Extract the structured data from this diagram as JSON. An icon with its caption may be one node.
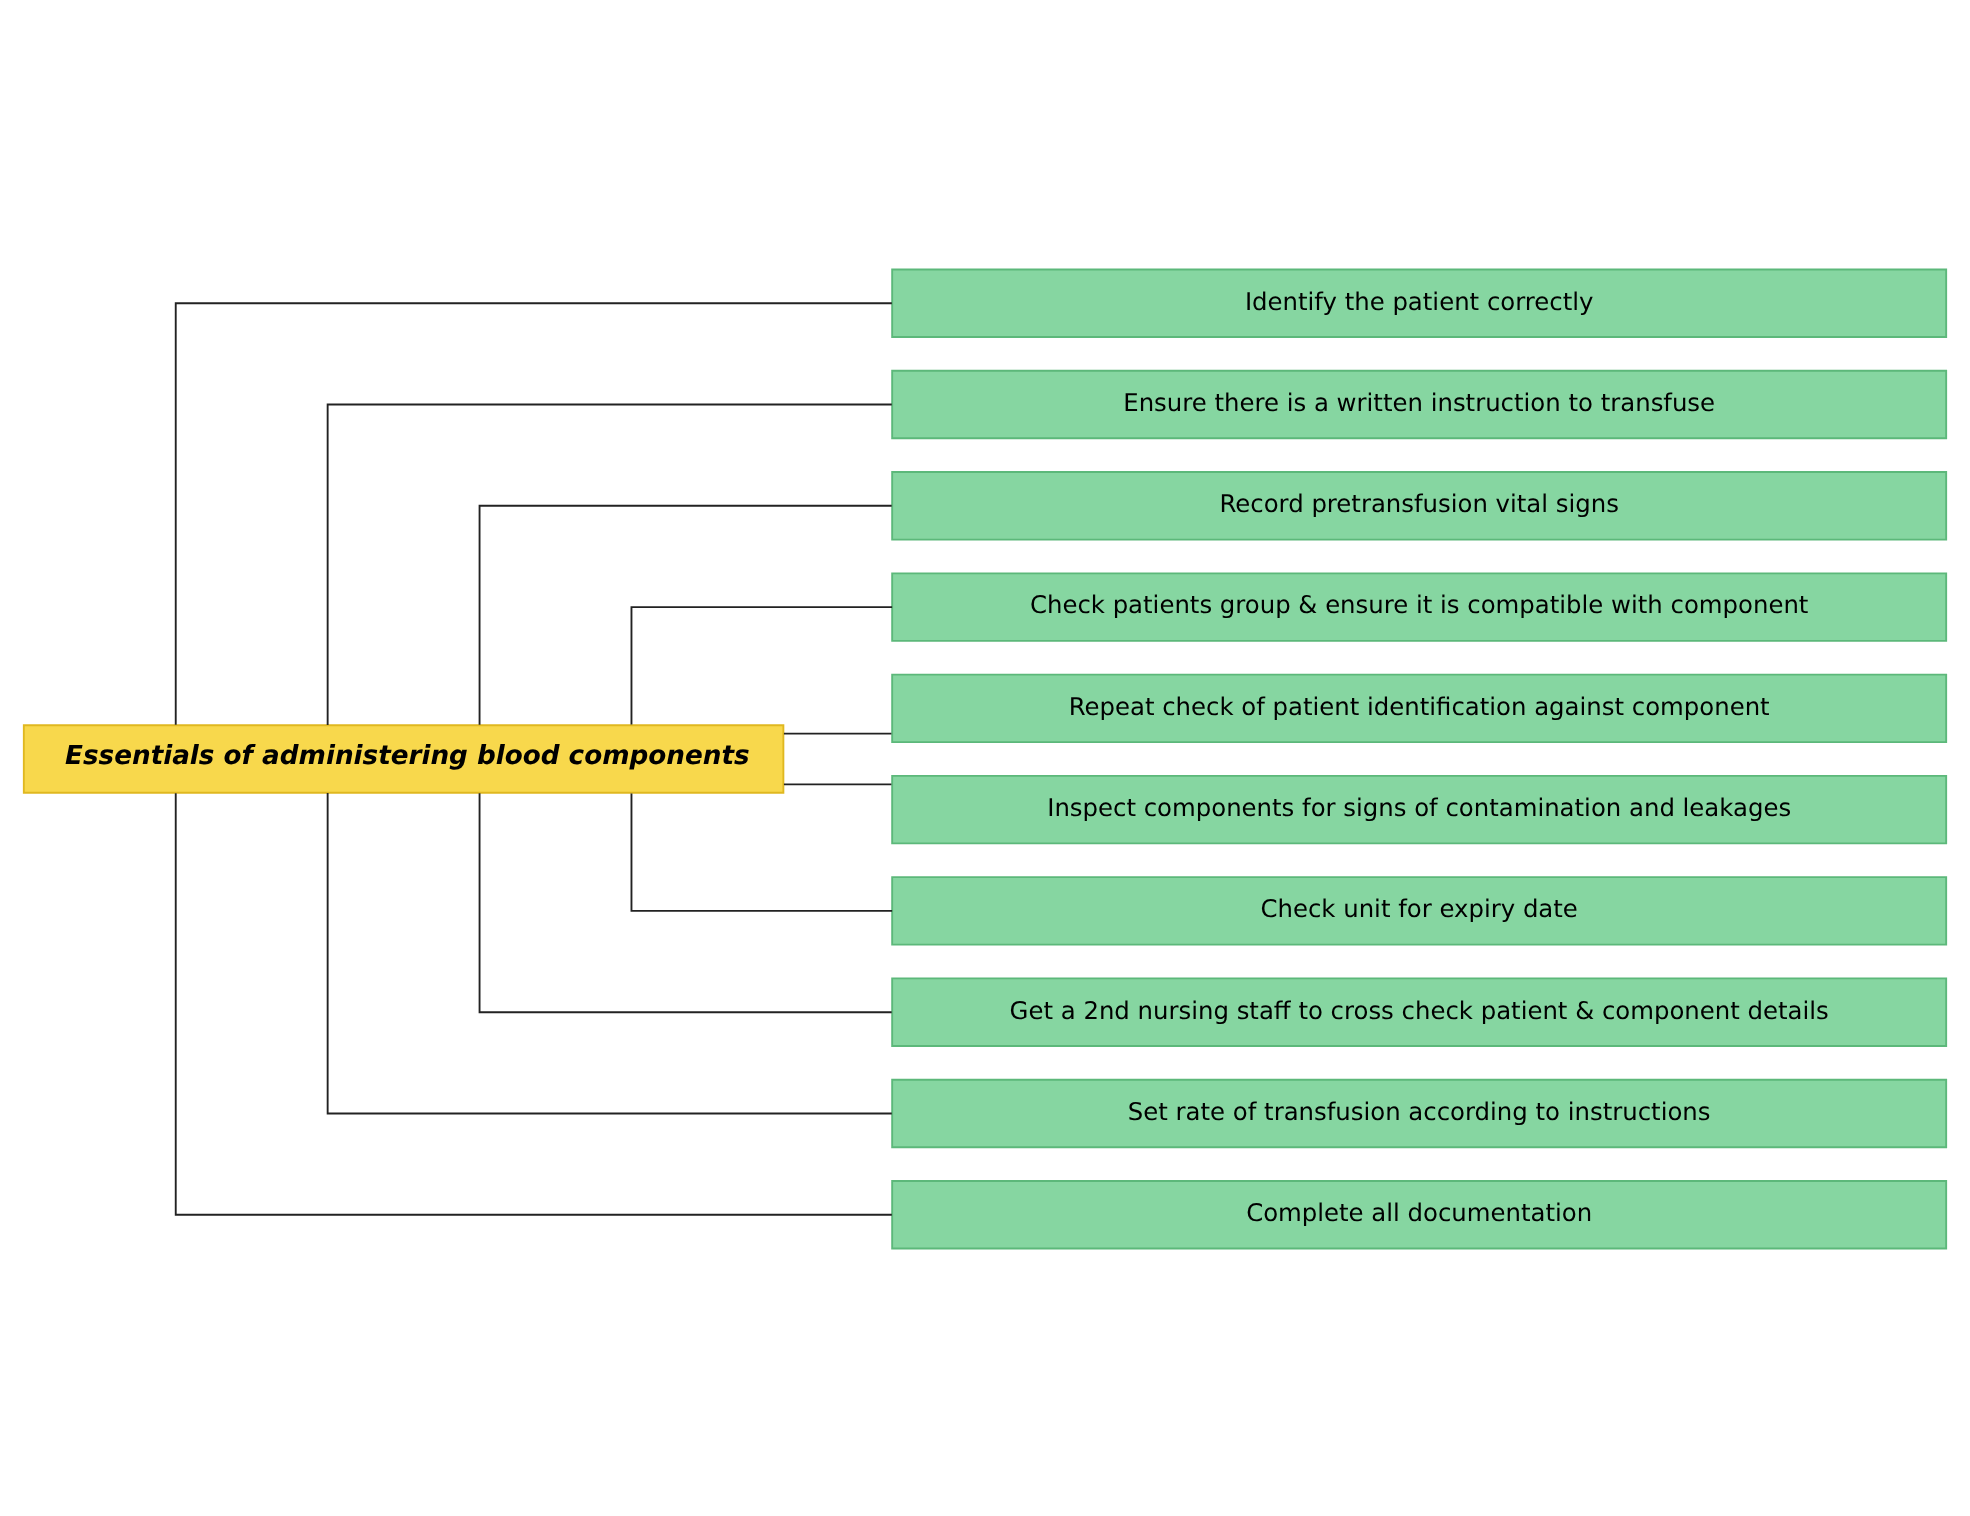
{
  "diagram": {
    "nodes": [
      {
        "text": [
          "Essentials of administering blood components"
        ]
      },
      {
        "text": [
          "Identify the patient correctly"
        ]
      },
      {
        "text": [
          "Ensure there is a written instruction to transfuse"
        ]
      },
      {
        "text": [
          "Record pretransfusion vital signs"
        ]
      },
      {
        "text": [
          "Check patients group & ensure it is compatible with component"
        ]
      },
      {
        "text": [
          "Repeat check of patient identification against component"
        ]
      },
      {
        "text": [
          "Inspect components for signs of contamination and leakages"
        ]
      },
      {
        "text": [
          "Check unit for expiry date"
        ]
      },
      {
        "text": [
          "Get a 2nd nursing staff to cross check patient & component details"
        ]
      },
      {
        "text": [
          "Set rate of transfusion according to instructions"
        ]
      },
      {
        "text": [
          "Complete all documentation"
        ]
      }
    ],
    "edges": [
      {
        "from": 0,
        "to": 1,
        "arrow": "none"
      },
      {
        "from": 0,
        "to": 2,
        "arrow": "none"
      },
      {
        "from": 0,
        "to": 3,
        "arrow": "none"
      },
      {
        "from": 0,
        "to": 4,
        "arrow": "none"
      },
      {
        "from": 0,
        "to": 5,
        "arrow": "none"
      },
      {
        "from": 0,
        "to": 6,
        "arrow": "none"
      },
      {
        "from": 0,
        "to": 7,
        "arrow": "none"
      },
      {
        "from": 0,
        "to": 8,
        "arrow": "none"
      },
      {
        "from": 0,
        "to": 9,
        "arrow": "none"
      },
      {
        "from": 0,
        "to": 10,
        "arrow": "none"
      }
    ]
  }
}
